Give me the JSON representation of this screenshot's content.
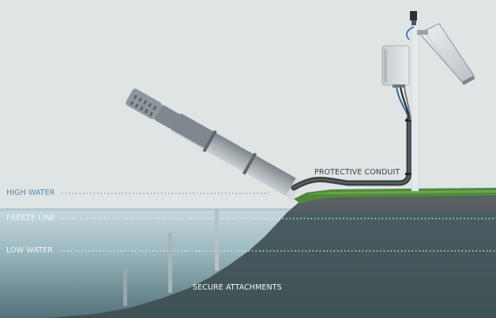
{
  "labels": {
    "high_water": "HIGH WATER",
    "freeze_line": "FREEZE LINE",
    "low_water": "LOW WATER",
    "protective_conduit": "PROTECTIVE CONDUIT",
    "secure_attachments": "SECURE ATTACHMENTS"
  },
  "colors": {
    "sky": "#dfe4e5",
    "water_surface": "#bfd3d8",
    "water_deep": "#4e6b70",
    "bank": "#4a5054",
    "grass": "#4f8a3a",
    "conduit": "#3c4145",
    "pump_housing": "#9aa1a6",
    "level_label": "#5a8aa0"
  }
}
